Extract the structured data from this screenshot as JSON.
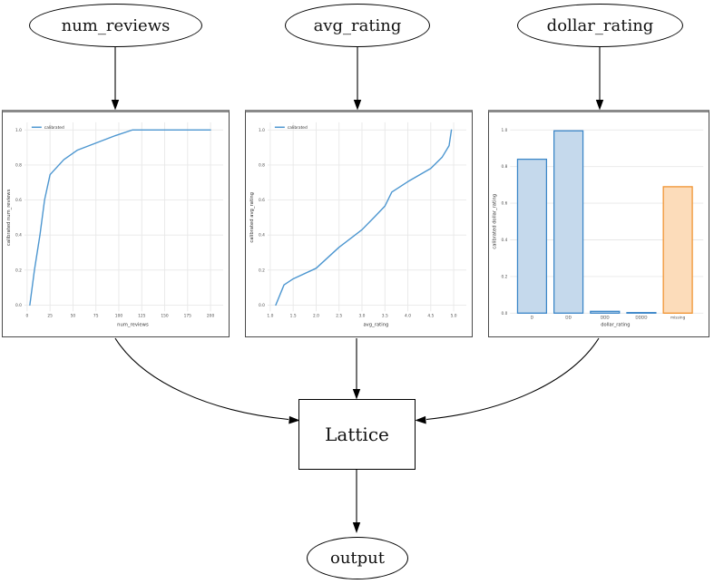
{
  "nodes": {
    "num_reviews": "num_reviews",
    "avg_rating": "avg_rating",
    "dollar_rating": "dollar_rating",
    "lattice": "Lattice",
    "output": "output"
  },
  "colors": {
    "line": "#4c96d0",
    "bar_blue_fill": "#c5d9ec",
    "bar_blue_edge": "#3a86c8",
    "bar_orange_fill": "#fcdcba",
    "bar_orange_edge": "#f0922e",
    "grid": "#e8e8e8",
    "tick_text": "#4d4d4d",
    "label_text": "#333333"
  },
  "chart_data": [
    {
      "type": "line",
      "title": "num_reviews calibrator",
      "xlabel": "num_reviews",
      "ylabel": "calibrated num_reviews",
      "legend": [
        "calibrated"
      ],
      "legend_position": "upper left",
      "grid": true,
      "xlim": [
        0,
        200
      ],
      "ylim": [
        0.0,
        1.0
      ],
      "xticks": [
        0,
        25,
        50,
        75,
        100,
        125,
        150,
        175,
        200
      ],
      "xtick_labels": [
        "0",
        "25",
        "50",
        "75",
        "100",
        "125",
        "150",
        "175",
        "200"
      ],
      "yticks": [
        0.0,
        0.2,
        0.4,
        0.6,
        0.8,
        1.0
      ],
      "ytick_labels": [
        "0.0",
        "0.2",
        "0.4",
        "0.6",
        "0.8",
        "1.0"
      ],
      "x": [
        3,
        8,
        14,
        19,
        25,
        40,
        55,
        75,
        95,
        115,
        200
      ],
      "y": [
        0.0,
        0.2,
        0.4,
        0.6,
        0.745,
        0.83,
        0.885,
        0.925,
        0.965,
        1.0,
        1.0
      ]
    },
    {
      "type": "line",
      "title": "avg_rating calibrator",
      "xlabel": "avg_rating",
      "ylabel": "calibrated avg_rating",
      "legend": [
        "calibrated"
      ],
      "legend_position": "upper left",
      "grid": true,
      "xlim": [
        1.0,
        5.0
      ],
      "ylim": [
        0.0,
        1.0
      ],
      "xticks": [
        1.0,
        1.5,
        2.0,
        2.5,
        3.0,
        3.5,
        4.0,
        4.5,
        5.0
      ],
      "xtick_labels": [
        "1.0",
        "1.5",
        "2.0",
        "2.5",
        "3.0",
        "3.5",
        "4.0",
        "4.5",
        "5.0"
      ],
      "yticks": [
        0.0,
        0.2,
        0.4,
        0.6,
        0.8,
        1.0
      ],
      "ytick_labels": [
        "0.0",
        "0.2",
        "0.4",
        "0.6",
        "0.8",
        "1.0"
      ],
      "x": [
        1.12,
        1.3,
        1.5,
        2.0,
        2.5,
        3.0,
        3.3,
        3.5,
        3.65,
        4.0,
        4.5,
        4.75,
        4.9,
        4.95
      ],
      "y": [
        0.0,
        0.115,
        0.15,
        0.21,
        0.33,
        0.43,
        0.51,
        0.565,
        0.645,
        0.705,
        0.78,
        0.845,
        0.91,
        1.0
      ]
    },
    {
      "type": "bar",
      "title": "dollar_rating calibrator",
      "xlabel": "dollar_rating",
      "ylabel": "calibrated dollar_rating",
      "grid": true,
      "ylim": [
        0.0,
        1.0
      ],
      "categories": [
        "D",
        "DD",
        "DDD",
        "DDDD",
        "missing"
      ],
      "values": [
        0.84,
        0.995,
        0.01,
        0.003,
        0.69
      ],
      "bar_styles": [
        "blue",
        "blue",
        "blue",
        "blue",
        "orange"
      ],
      "yticks": [
        0.0,
        0.2,
        0.4,
        0.6,
        0.8,
        1.0
      ],
      "ytick_labels": [
        "0.0",
        "0.2",
        "0.4",
        "0.6",
        "0.8",
        "1.0"
      ]
    }
  ]
}
